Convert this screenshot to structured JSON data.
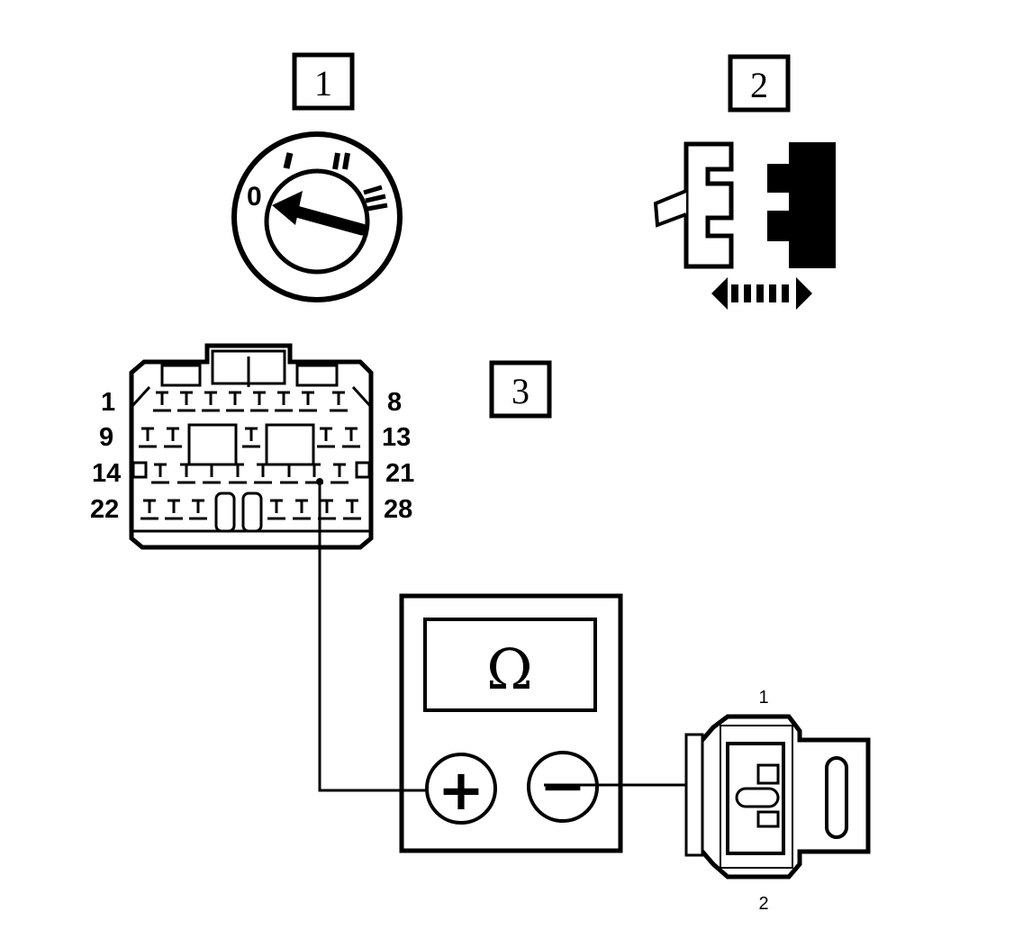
{
  "steps": [
    {
      "label": "1"
    },
    {
      "label": "2"
    },
    {
      "label": "3"
    }
  ],
  "ignition": {
    "positions": [
      "0",
      "I",
      "II",
      "III"
    ]
  },
  "connector28": {
    "row_labels_left": [
      "1",
      "9",
      "14",
      "22"
    ],
    "row_labels_right": [
      "8",
      "13",
      "21",
      "28"
    ]
  },
  "meter": {
    "symbol": "Ω",
    "plus": "+",
    "minus": "−"
  },
  "sensor": {
    "pin_top": "1",
    "pin_bottom": "2"
  },
  "colors": {
    "line": "#000000",
    "background": "#ffffff"
  }
}
